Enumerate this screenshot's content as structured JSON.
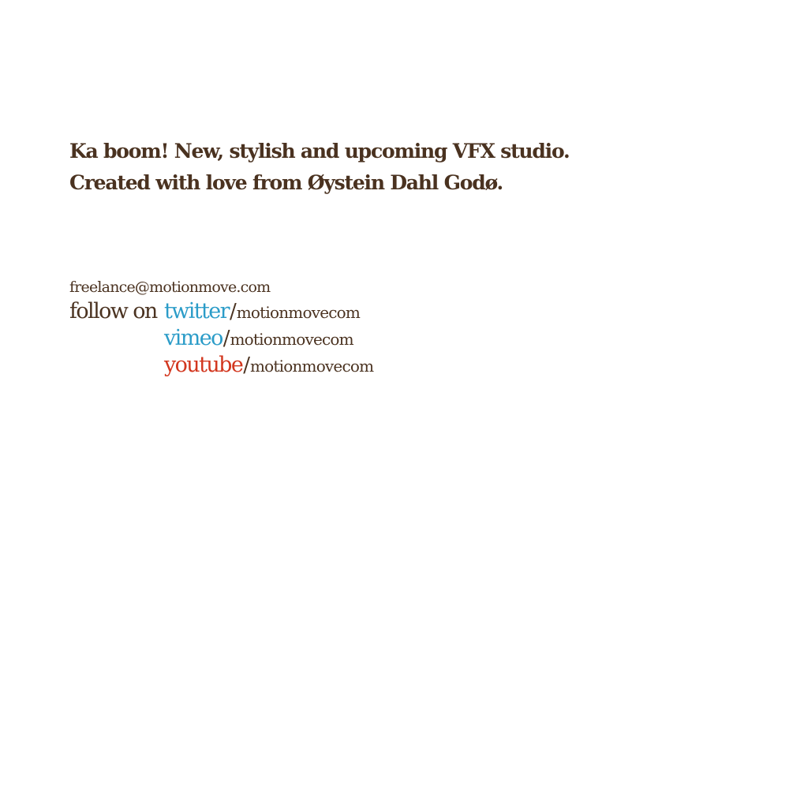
{
  "intro": {
    "line1": "Ka boom! New, stylish and upcoming VFX studio.",
    "line2": "Created with love from Øystein Dahl Godø."
  },
  "contact": {
    "email": "freelance@motionmove.com",
    "follow_label": "follow on",
    "separator": "/",
    "links": [
      {
        "service": "twitter",
        "handle": "motionmovecom",
        "color": "#2b9cc8"
      },
      {
        "service": "vimeo",
        "handle": "motionmovecom",
        "color": "#2b9cc8"
      },
      {
        "service": "youtube",
        "handle": "motionmovecom",
        "color": "#d2361e"
      }
    ]
  },
  "colors": {
    "text": "#4a3220",
    "background": "#ffffff"
  }
}
